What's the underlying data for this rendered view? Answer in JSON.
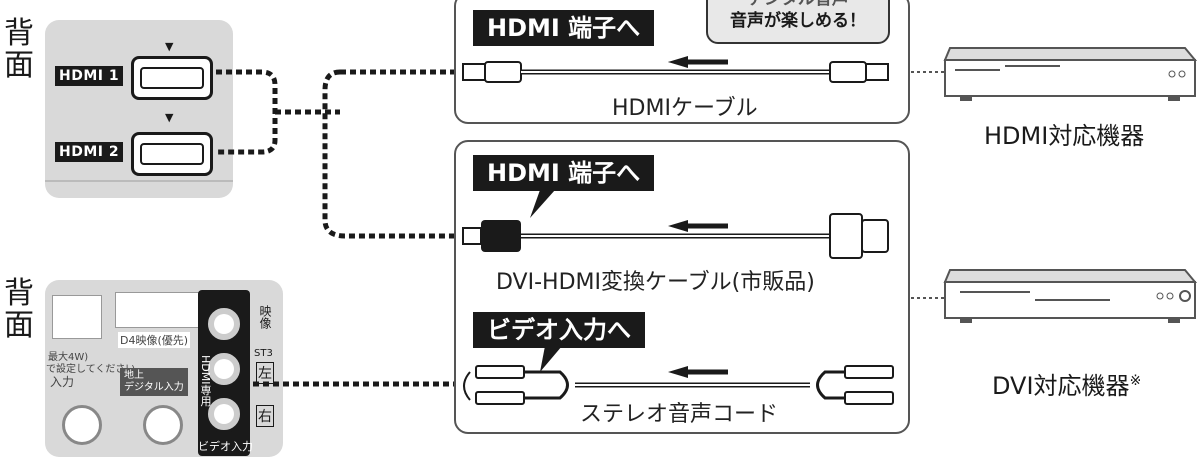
{
  "top_back_label": "背面",
  "bottom_back_label": "背面",
  "hdmi1_label": "HDMI 1",
  "hdmi2_label": "HDMI 2",
  "cable1": {
    "banner": "HDMI 端子へ",
    "caption": "HDMIケーブル",
    "bubble_line1": "デジタル音声",
    "bubble_line2": "音声が楽しめる！"
  },
  "cable2": {
    "banner": "HDMI 端子へ",
    "caption": "DVI-HDMI変換ケーブル(市販品)"
  },
  "cable3": {
    "banner": "ビデオ入力へ",
    "caption": "ステレオ音声コード"
  },
  "device1": "HDMI対応機器",
  "device2": "DVI対応機器",
  "device2_note": "※",
  "panel2": {
    "d4_label": "D4映像(優先)",
    "video_label": "映像",
    "st3_label": "ST3",
    "left_label": "左",
    "right_label": "右",
    "hdmi_only_label": "HDMI専用",
    "video_input_label": "ビデオ入力",
    "terrestrial_label1": "地上",
    "terrestrial_label2": "デジタル入力",
    "warn1": "最大4W)",
    "warn2": "で設定してください。",
    "input_label": "入力"
  }
}
